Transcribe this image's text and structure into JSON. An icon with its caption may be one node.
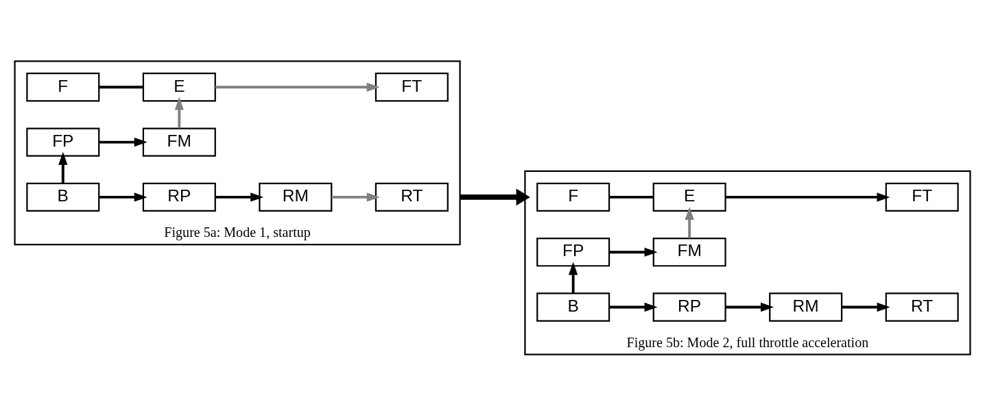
{
  "diagram": {
    "nodes": [
      {
        "text": [
          "Figure 5a: Mode 1, startup"
        ]
      },
      {
        "text": [
          "F"
        ],
        "in": 0
      },
      {
        "text": [
          "E"
        ],
        "in": 0
      },
      {
        "text": [
          "FT"
        ],
        "in": 0
      },
      {
        "text": [
          "FP"
        ],
        "in": 0
      },
      {
        "text": [
          "FM"
        ],
        "in": 0
      },
      {
        "text": [
          "B"
        ],
        "in": 0
      },
      {
        "text": [
          "RP"
        ],
        "in": 0
      },
      {
        "text": [
          "RM"
        ],
        "in": 0
      },
      {
        "text": [
          "RT"
        ],
        "in": 0
      },
      {
        "text": [
          "Figure 5b: Mode 2, full throttle acceleration"
        ]
      },
      {
        "text": [
          "F"
        ],
        "in": 10
      },
      {
        "text": [
          "E"
        ],
        "in": 10
      },
      {
        "text": [
          "FT"
        ],
        "in": 10
      },
      {
        "text": [
          "FP"
        ],
        "in": 10
      },
      {
        "text": [
          "FM"
        ],
        "in": 10
      },
      {
        "text": [
          "B"
        ],
        "in": 10
      },
      {
        "text": [
          "RP"
        ],
        "in": 10
      },
      {
        "text": [
          "RM"
        ],
        "in": 10
      },
      {
        "text": [
          "RT"
        ],
        "in": 10
      }
    ],
    "edges": [
      {
        "from": 1,
        "to": 2,
        "arrow": "none"
      },
      {
        "from": 2,
        "to": 3,
        "arrow": "to",
        "color": "#808080"
      },
      {
        "from": 5,
        "to": 2,
        "arrow": "to",
        "color": "#808080"
      },
      {
        "from": 4,
        "to": 5,
        "arrow": "to"
      },
      {
        "from": 6,
        "to": 4,
        "arrow": "to"
      },
      {
        "from": 6,
        "to": 7,
        "arrow": "to"
      },
      {
        "from": 7,
        "to": 8,
        "arrow": "to"
      },
      {
        "from": 8,
        "to": 9,
        "arrow": "to",
        "color": "#808080"
      },
      {
        "from": 11,
        "to": 12,
        "arrow": "none"
      },
      {
        "from": 12,
        "to": 13,
        "arrow": "to"
      },
      {
        "from": 15,
        "to": 12,
        "arrow": "to",
        "color": "#808080"
      },
      {
        "from": 14,
        "to": 15,
        "arrow": "to"
      },
      {
        "from": 16,
        "to": 14,
        "arrow": "to"
      },
      {
        "from": 16,
        "to": 17,
        "arrow": "to"
      },
      {
        "from": 17,
        "to": 18,
        "arrow": "to"
      },
      {
        "from": 18,
        "to": 19,
        "arrow": "to"
      },
      {
        "from": 0,
        "to": 10,
        "arrow": "to",
        "style": "thick"
      }
    ]
  }
}
